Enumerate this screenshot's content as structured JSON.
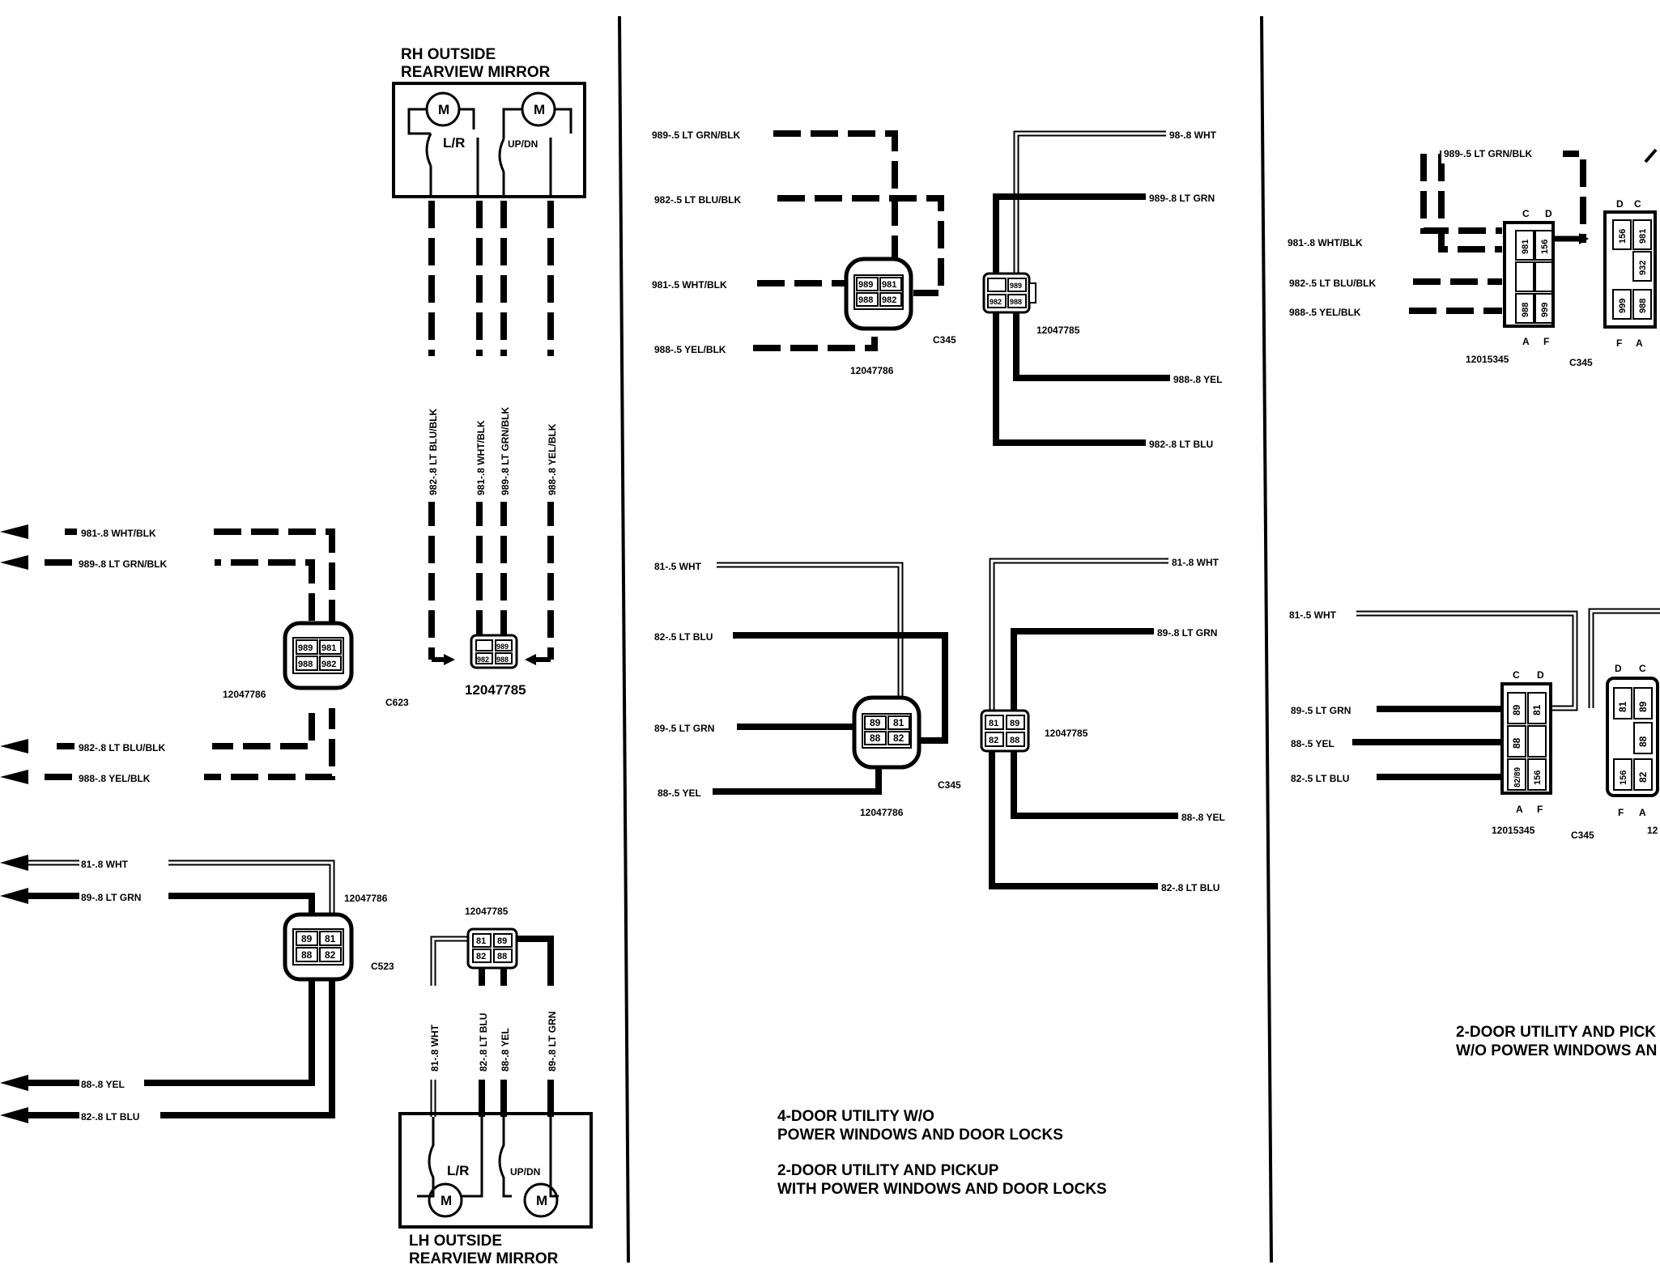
{
  "page": {
    "rh_mirror_title": [
      "RH OUTSIDE",
      "REARVIEW MIRROR"
    ],
    "lh_mirror_title": [
      "LH OUTSIDE",
      "REARVIEW MIRROR"
    ],
    "motor_symbol": "M",
    "motor_lr": "L/R",
    "motor_updn": "UP/DN",
    "caption_a": [
      "4-DOOR UTILITY W/O",
      "POWER WINDOWS AND DOOR LOCKS"
    ],
    "caption_b": [
      "2-DOOR UTILITY AND PICKUP",
      "WITH POWER WINDOWS AND DOOR LOCKS"
    ],
    "caption_c": [
      "2-DOOR UTILITY AND PICK",
      "W/O POWER WINDOWS AN"
    ]
  },
  "left": {
    "wires_upper": [
      "981-.8 WHT/BLK",
      "989-.8 LT GRN/BLK",
      "982-.8 LT BLU/BLK",
      "988-.8 YEL/BLK"
    ],
    "wires_lower": [
      "81-.8 WHT",
      "89-.8 LT GRN",
      "88-.8 YEL",
      "82-.8 LT BLU"
    ],
    "conn_upper": {
      "part": "12047786",
      "id": "C623",
      "pins": [
        "989",
        "981",
        "988",
        "982"
      ]
    },
    "conn_lower": {
      "part": "12047786",
      "id": "C523",
      "pins": [
        "89",
        "81",
        "88",
        "82"
      ]
    },
    "rh_vertical": [
      "982-.8 LT BLU/BLK",
      "981-.8 WHT/BLK",
      "989-.8 LT GRN/BLK",
      "988-.8 YEL/BLK"
    ],
    "rh_conn": {
      "part": "12047785",
      "pins": [
        "989",
        "982",
        "988"
      ]
    },
    "lh_vertical": [
      "81-.8 WHT",
      "82-.8 LT BLU",
      "88-.8 YEL",
      "89-.8 LT GRN"
    ],
    "lh_conn": {
      "part": "12047785",
      "pins": [
        "81",
        "89",
        "82",
        "88"
      ]
    }
  },
  "middle": {
    "top_left_wires": [
      "989-.5 LT GRN/BLK",
      "982-.5 LT BLU/BLK",
      "981-.5 WHT/BLK",
      "988-.5 YEL/BLK"
    ],
    "top_right_wires": [
      "98-.8 WHT",
      "989-.8 LT GRN",
      "988-.8 YEL",
      "982-.8 LT BLU"
    ],
    "top_conn_a": {
      "part": "12047786",
      "pins": [
        "989",
        "981",
        "988",
        "982"
      ]
    },
    "top_conn_id": "C345",
    "top_conn_b": {
      "part": "12047785",
      "pins": [
        "989",
        "982",
        "988"
      ]
    },
    "bot_left_wires": [
      "81-.5 WHT",
      "82-.5 LT BLU",
      "89-.5 LT GRN",
      "88-.5 YEL"
    ],
    "bot_right_wires": [
      "81-.8 WHT",
      "89-.8 LT GRN",
      "88-.8 YEL",
      "82-.8 LT BLU"
    ],
    "bot_conn_a": {
      "part": "12047786",
      "pins": [
        "89",
        "81",
        "88",
        "82"
      ]
    },
    "bot_conn_id": "C345",
    "bot_conn_b": {
      "part": "12047785",
      "pins": [
        "81",
        "89",
        "82",
        "88"
      ]
    }
  },
  "right": {
    "top_wires": [
      "989-.5 LT GRN/BLK",
      "981-.8 WHT/BLK",
      "982-.5 LT BLU/BLK",
      "988-.5 YEL/BLK"
    ],
    "top_conn": {
      "part": "12015345",
      "id": "C345",
      "letters_top": [
        "C",
        "D"
      ],
      "letters_bot": [
        "A",
        "F"
      ],
      "pins": [
        "981",
        "156",
        "988",
        "999"
      ],
      "pins_b": [
        "156",
        "981",
        "932",
        "999",
        "988"
      ]
    },
    "bot_wires": [
      "81-.5 WHT",
      "89-.5 LT GRN",
      "88-.5 YEL",
      "82-.5 LT BLU"
    ],
    "bot_conn": {
      "part": "12015345",
      "id": "C345",
      "letters_top": [
        "C",
        "D"
      ],
      "letters_bot": [
        "A",
        "F"
      ],
      "pins": [
        "89",
        "81",
        "88",
        "82/89",
        "156"
      ],
      "pins_b": [
        "81",
        "89",
        "88",
        "156",
        "82"
      ],
      "part_cut": "12"
    }
  }
}
